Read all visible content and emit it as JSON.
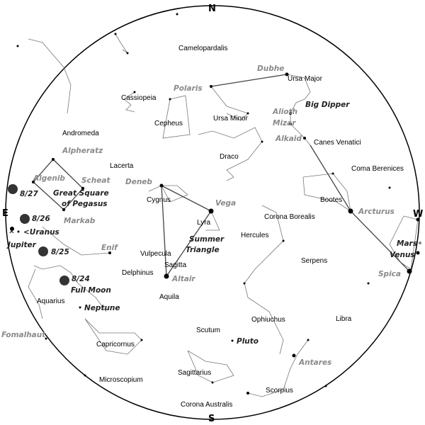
{
  "compass": {
    "north": "N",
    "south": "S",
    "east": "E",
    "west": "W"
  },
  "constellations": [
    "Camelopardalis",
    "Ursa Major",
    "Cassiopeia",
    "Cepheus",
    "Ursa Minor",
    "Andromeda",
    "Canes Venatici",
    "Draco",
    "Lacerta",
    "Coma Berenices",
    "Cygnus",
    "Bootes",
    "Lyra",
    "Corona Borealis",
    "Hercules",
    "Vulpecula",
    "Serpens",
    "Sagitta",
    "Delphinus",
    "Aquila",
    "Aquarius",
    "Ophiuchus",
    "Libra",
    "Scutum",
    "Capricornus",
    "Sagittarius",
    "Scorpius",
    "Microscopium",
    "Corona Australis"
  ],
  "stars": [
    "Dubhe",
    "Polaris",
    "Alioth",
    "Mizar",
    "Alkaid",
    "Alpheratz",
    "Algenib",
    "Scheat",
    "Deneb",
    "Vega",
    "Markab",
    "Enif",
    "Altair",
    "Arcturus",
    "Spica",
    "Fomalhaut",
    "Antares"
  ],
  "asterisms": {
    "big_dipper": "Big Dipper",
    "great_square_1": "Great Square",
    "great_square_2": "of Pegasus",
    "summer_triangle_1": "Summer",
    "summer_triangle_2": "Triangle"
  },
  "moon": {
    "d1": "8/27",
    "d2": "8/26",
    "d3": "8/25",
    "d4": "8/24",
    "full": "Full Moon"
  },
  "planets": {
    "uranus": "<Uranus",
    "jupiter": "Jupiter",
    "caret": "^",
    "neptune": "Neptune",
    "pluto": "Pluto",
    "mars": "Mars",
    "venus": "Venus"
  }
}
